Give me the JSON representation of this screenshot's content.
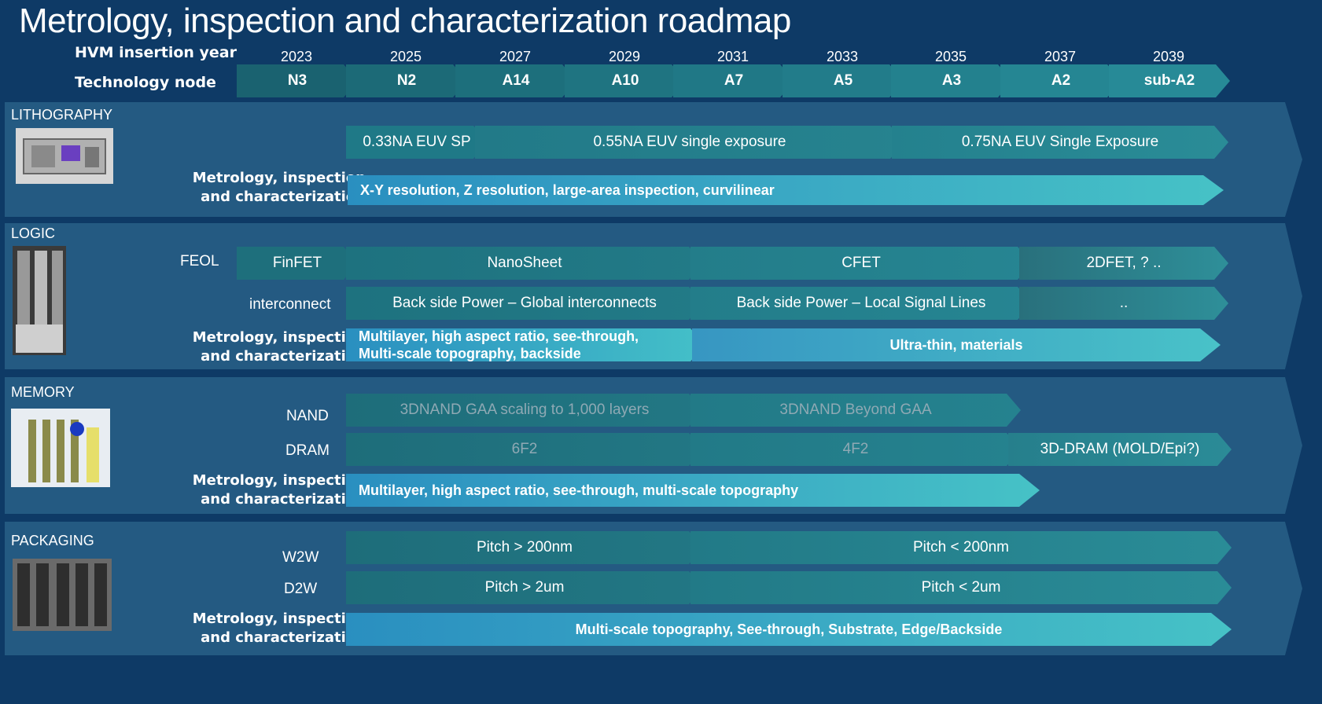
{
  "title": "Metrology, inspection and characterization roadmap",
  "header": {
    "hvm_label": "HVM insertion year",
    "node_label": "Technology node",
    "years": [
      "2023",
      "2025",
      "2027",
      "2029",
      "2031",
      "2033",
      "2035",
      "2037",
      "2039"
    ],
    "nodes": [
      "N3",
      "N2",
      "A14",
      "A10",
      "A7",
      "A5",
      "A3",
      "A2",
      "sub-A2"
    ]
  },
  "metro_label_1": "Metrology, inspection",
  "metro_label_2": "and characterization",
  "lithography": {
    "label": "LITHOGRAPHY",
    "bars": [
      "0.33NA EUV SP",
      "0.55NA EUV single exposure",
      "0.75NA EUV Single Exposure"
    ],
    "metrology": "X-Y resolution, Z resolution, large-area inspection, curvilinear"
  },
  "logic": {
    "label": "LOGIC",
    "feol_label": "FEOL",
    "feol": [
      "FinFET",
      "NanoSheet",
      "CFET",
      "2DFET, ? .."
    ],
    "interconnect_label": "interconnect",
    "interconnect": [
      "Back side Power – Global interconnects",
      "Back side Power – Local Signal Lines",
      ".."
    ],
    "metrology_1a": "Multilayer, high aspect ratio, see-through,",
    "metrology_1b": "Multi-scale topography, backside",
    "metrology_2": "Ultra-thin, materials"
  },
  "memory": {
    "label": "MEMORY",
    "nand_label": "NAND",
    "nand": [
      "3DNAND  GAA scaling to 1,000 layers",
      "3DNAND Beyond GAA"
    ],
    "dram_label": "DRAM",
    "dram": [
      "6F2",
      "4F2",
      "3D-DRAM (MOLD/Epi?)"
    ],
    "metrology": "Multilayer, high aspect ratio, see-through, multi-scale topography"
  },
  "packaging": {
    "label": "PACKAGING",
    "w2w_label": "W2W",
    "w2w": [
      "Pitch  > 200nm",
      "Pitch  < 200nm"
    ],
    "d2w_label": "D2W",
    "d2w": [
      "Pitch > 2um",
      "Pitch < 2um"
    ],
    "metrology": "Multi-scale topography, See-through, Substrate, Edge/Backside"
  },
  "colors": {
    "background": "#0e3a66",
    "section": "#245a82",
    "timeline_bar": "#1c6b78",
    "metrology_bar": "#3aa8c4"
  }
}
